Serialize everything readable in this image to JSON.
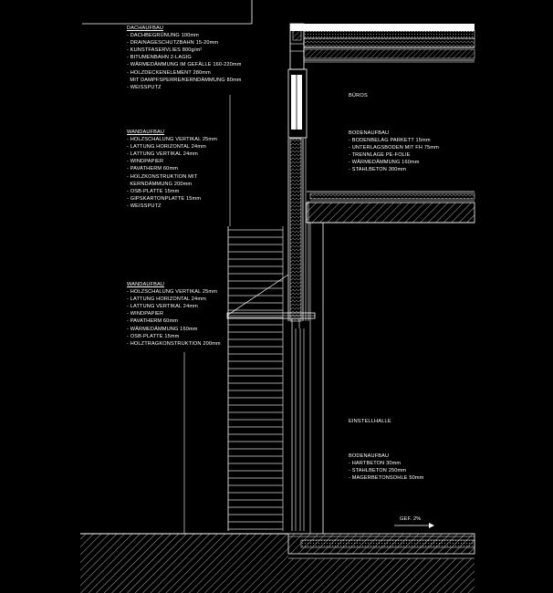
{
  "notes": {
    "roof": {
      "title": "DACHAUFBAU",
      "items": [
        "- DACHBEGRÜNUNG 100mm",
        "- DRAINAGESCHUTZBAHN 15-20mm",
        "- KUNSTFASERVLIES 800g/m²",
        "- BITUMENBAHN 2-LAGIG",
        "- WÄRMEDÄMMUNG IM GEFÄLLE 160-220mm",
        "- HOLZDECKENELEMENT 280mm",
        "  MIT DAMPFSPERRE/KERNDÄMMUNG 80mm",
        "- WEISSPUTZ"
      ]
    },
    "wall_upper": {
      "title": "WANDAUFBAU",
      "items": [
        "- HOLZSCHALUNG VERTIKAL 25mm",
        "- LATTUNG HORIZONTAL 24mm",
        "- LATTUNG VERTIKAL 24mm",
        "- WINDPAPIER",
        "- PAVATHERM 60mm",
        "- HOLZKONSTRUKTION MIT",
        "  KERNDÄMMUNG 200mm",
        "- OSB-PLATTE 15mm",
        "- GIPSKARTONPLATTE 15mm",
        "- WEISSPUTZ"
      ]
    },
    "wall_lower": {
      "title": "WANDAUFBAU",
      "items": [
        "- HOLZSCHALUNG VERTIKAL 25mm",
        "- LATTUNG HORIZONTAL 24mm",
        "- LATTUNG VERTIKAL 24mm",
        "- WINDPAPIER",
        "- PAVATHERM 60mm",
        "- WÄRMEDÄMMUNG 160mm",
        "- OSB-PLATTE 15mm",
        "- HOLZTRAGKONSTRUKTION 200mm"
      ]
    },
    "floor_office": {
      "title": "BODENAUFBAU",
      "items": [
        "- BODENBELAG PARKETT 15mm",
        "- UNTERLAGSBODEN MIT FH 75mm",
        "- TRENNLAGE PE-FOLIE",
        "- WÄRMEDÄMMUNG 160mm",
        "- STAHLBETON 300mm"
      ]
    },
    "floor_garage": {
      "title": "BODENAUFBAU",
      "items": [
        "- HARTBETON 30mm",
        "- STAHLBETON 250mm",
        "- MAGERBETONSOHLE 50mm"
      ]
    }
  },
  "rooms": {
    "offices": "BÜROS",
    "garage": "EINSTELLHALLE"
  },
  "slope_label": "GEF. 2%",
  "colors": {
    "background": "#000000",
    "lines": "#ffffff",
    "hatch": "#cfcfcf"
  }
}
